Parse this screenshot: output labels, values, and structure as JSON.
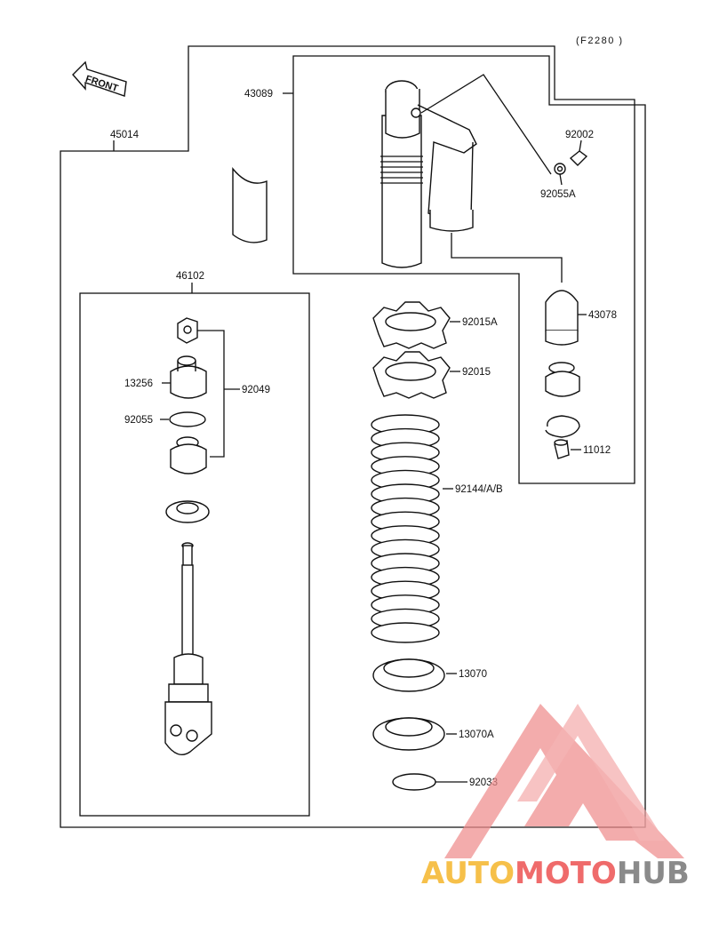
{
  "figure_code": "(F2280 )",
  "front_label": "FRONT",
  "parts": {
    "p45014": "45014",
    "p43089": "43089",
    "p92002": "92002",
    "p92055A": "92055A",
    "p46102": "46102",
    "p92015A": "92015A",
    "p43078": "43078",
    "p92015": "92015",
    "p13256": "13256",
    "p92049": "92049",
    "p92055": "92055",
    "p11012": "11012",
    "p92144": "92144/A/B",
    "p13070": "13070",
    "p13070A": "13070A",
    "p92033": "92033"
  },
  "watermark": {
    "part1": "AUTO",
    "part2": "MOTO",
    "part3": "HUB",
    "color_yellow": "#f6c04a",
    "color_red": "#ef6b6b",
    "color_gray": "#8a8a8a"
  }
}
